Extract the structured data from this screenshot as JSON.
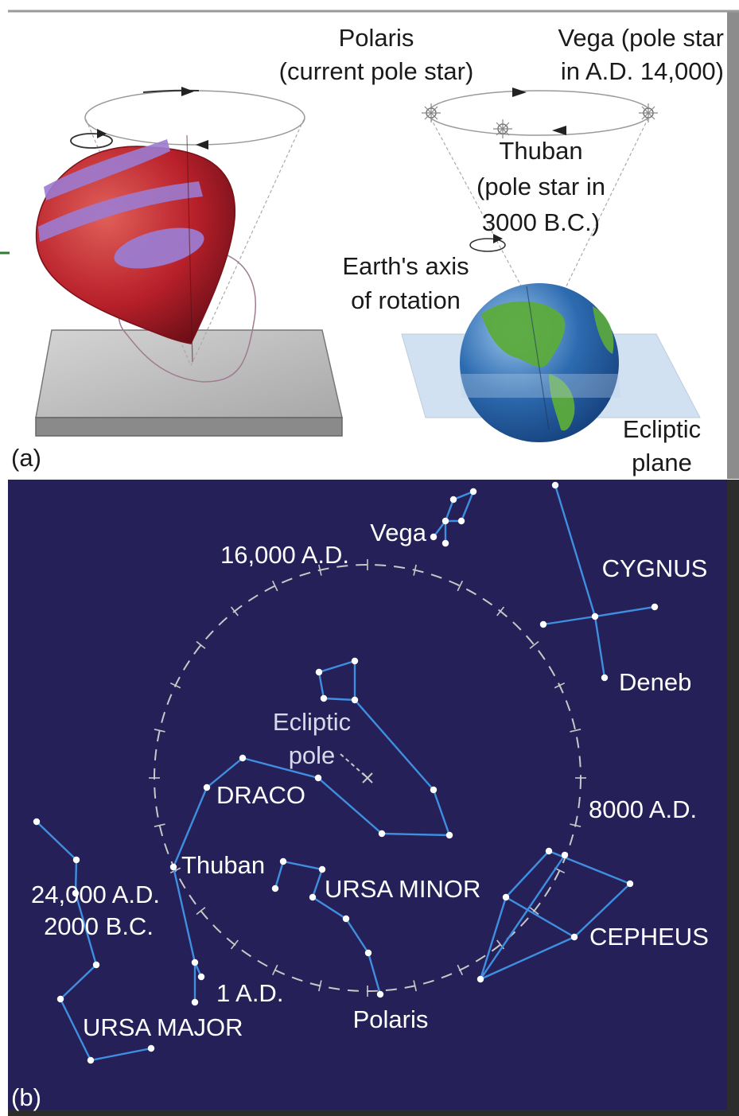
{
  "panel_a": {
    "panel_label": "(a)",
    "polaris_line1": "Polaris",
    "polaris_line2": "(current pole star)",
    "vega_line1": "Vega (pole star",
    "vega_line2": "in A.D. 14,000)",
    "thuban_line1": "Thuban",
    "thuban_line2": "(pole star in",
    "thuban_line3": "3000 B.C.)",
    "axis_line1": "Earth's axis",
    "axis_line2": "of rotation",
    "ecliptic_line1": "Ecliptic",
    "ecliptic_line2": "plane"
  },
  "panel_b": {
    "panel_label": "(b)",
    "vega": "Vega",
    "date_16000": "16,000 A.D.",
    "cygnus": "CYGNUS",
    "deneb": "Deneb",
    "ecliptic_pole_line1": "Ecliptic",
    "ecliptic_pole_line2": "pole",
    "draco": "DRACO",
    "date_8000": "8000 A.D.",
    "thuban": "Thuban",
    "ursa_minor": "URSA MINOR",
    "date_24000": "24,000 A.D.",
    "date_2000bc": "2000 B.C.",
    "cepheus": "CEPHEUS",
    "date_1ad": "1 A.D.",
    "ursa_major": "URSA MAJOR",
    "polaris": "Polaris"
  },
  "colors": {
    "sky": "#262058",
    "constellation_line": "#3f8fe0",
    "circle": "#c8c8c8",
    "top_body": "#b8202a",
    "top_band": "#9c7bd0",
    "earth_ocean": "#2d6bb0",
    "earth_land": "#5cab3c"
  }
}
